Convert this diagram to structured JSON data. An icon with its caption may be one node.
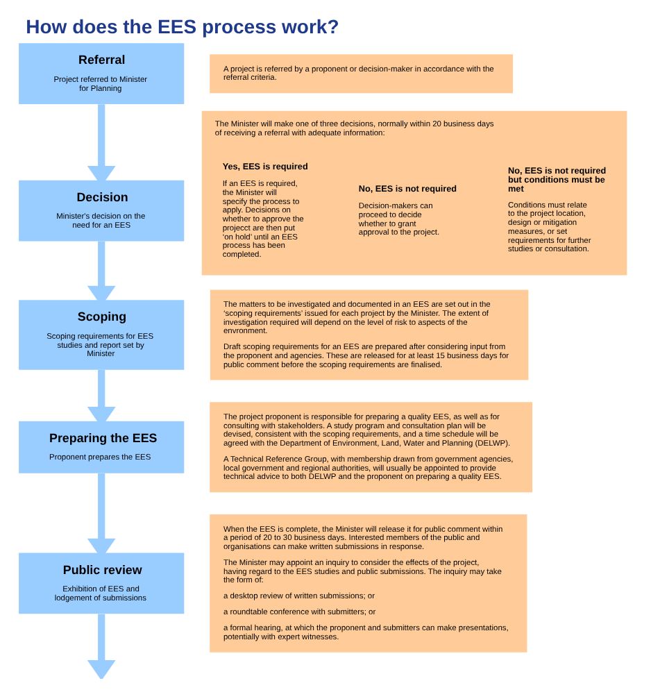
{
  "diagram": {
    "title": "How does the EES process work?",
    "nodes": [
      {
        "text": [
          "Referral",
          "Project referred to Minister for Planning"
        ]
      },
      {
        "text": [
          "A project is referred by a proponent or decision-maker in accordance with the referral criteria."
        ]
      },
      {
        "text": [
          "Decision",
          "Minister's decision on the need for an EES"
        ]
      },
      {
        "text": [
          "The Minister will make one of three decisions, normally within 20 business days of receiving a referral with adequate information:"
        ]
      },
      {
        "text": [
          "Yes, EES is required",
          "If an EES is required, the Minister will specify the process to apply. Decisions on whether to approve the projecct are then put ‘on hold’ until an EES process has been completed."
        ],
        "in": 3
      },
      {
        "text": [
          "No, EES is not required",
          "Decision-makers can proceed to decide whether to grant approval to the project."
        ],
        "in": 3
      },
      {
        "text": [
          "No, EES is not required but conditions must be met",
          "Conditions must relate to the project location, design or mitigation measures, or set requirements for further studies or consultation."
        ],
        "in": 3
      },
      {
        "text": [
          "Scoping",
          "Scoping requirements for EES studies and report set by Minister"
        ]
      },
      {
        "text": [
          "The matters to be investigated and documented in an EES are set out in the ‘scoping requirements’ issued for each project by the Minister. The extent of investigation required will depend on the level of risk to aspects of the envronment.",
          "Draft scoping requirements for an EES are prepared after considering input from the proponent and agencies. These are released for at least 15 business days for public comment before the scoping requirements are finalised."
        ]
      },
      {
        "text": [
          "Preparing the EES",
          "Proponent prepares the EES"
        ]
      },
      {
        "text": [
          "The project proponent is responsible for preparing a quality EES, as well as for consulting with stakeholders. A study program and consultation plan will be devised, consistent with the scoping requirements, and a time schedule will be agreed with the Department of Environment, Land, Water and Planning (DELWP).",
          "A Technical Reference Group, with membership drawn from government agencies, local government and regional authorities, will usually be appointed to provide technical advice to both DELWP and the proponent on preparing a quality EES."
        ]
      },
      {
        "text": [
          "Public review",
          "Exhibition of EES and lodgement of submissions"
        ]
      },
      {
        "text": [
          "When the EES is complete, the Minister will release it for public comment within a period of 20 to 30 business days. Interested members of the public and organisations can make written submissions in response.",
          "The Minister may appoint an inquiry to consider the effects of the project, having regard to the EES studies and public submissions. The inquiry may take the form of:",
          "a desktop review of written submissions; or",
          "a roundtable conference with submitters; or",
          "a formal hearing, at which the proponent and submitters can make presentations, potentially with expert witnesses."
        ]
      }
    ],
    "edges": [
      {
        "from": 0,
        "to": 2,
        "arrow": "to"
      },
      {
        "from": 2,
        "to": 7,
        "arrow": "to"
      },
      {
        "from": 7,
        "to": 9,
        "arrow": "to"
      },
      {
        "from": 9,
        "to": 11,
        "arrow": "to"
      },
      {
        "from": 11,
        "to": null,
        "arrow": "to"
      }
    ]
  }
}
